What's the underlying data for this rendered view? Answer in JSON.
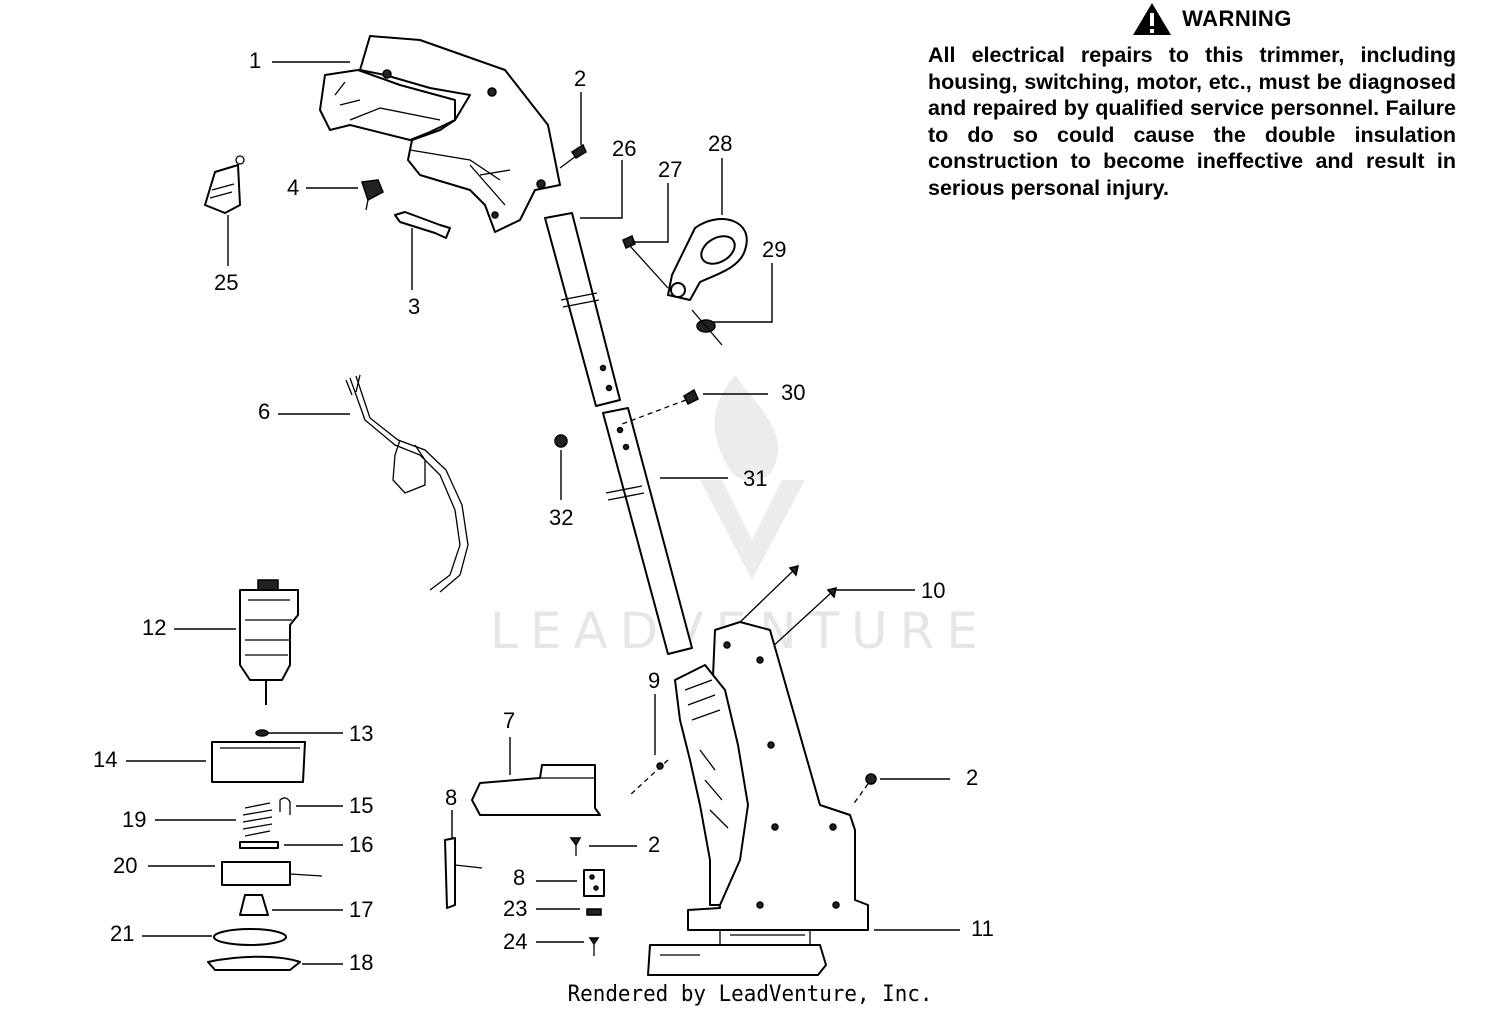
{
  "warning": {
    "heading": "WARNING",
    "icon": "warning-triangle-icon",
    "body": "All electrical repairs to this trimmer, including housing, switching, motor, etc., must be diagnosed and repaired by qualified service personnel. Failure to do so could cause the double insulation construction to become ineffective and result in serious personal injury."
  },
  "watermark": {
    "text": "LEADVENTURE",
    "icon": "leadventure-flame-logo-icon"
  },
  "footer": {
    "credit": "Rendered by LeadVenture, Inc."
  },
  "callouts": [
    {
      "id": "c1",
      "label": "1"
    },
    {
      "id": "c2a",
      "label": "2"
    },
    {
      "id": "c2b",
      "label": "2"
    },
    {
      "id": "c2c",
      "label": "2"
    },
    {
      "id": "c3",
      "label": "3"
    },
    {
      "id": "c4",
      "label": "4"
    },
    {
      "id": "c6",
      "label": "6"
    },
    {
      "id": "c7",
      "label": "7"
    },
    {
      "id": "c8a",
      "label": "8"
    },
    {
      "id": "c8b",
      "label": "8"
    },
    {
      "id": "c9",
      "label": "9"
    },
    {
      "id": "c10",
      "label": "10"
    },
    {
      "id": "c11",
      "label": "11"
    },
    {
      "id": "c12",
      "label": "12"
    },
    {
      "id": "c13",
      "label": "13"
    },
    {
      "id": "c14",
      "label": "14"
    },
    {
      "id": "c15",
      "label": "15"
    },
    {
      "id": "c16",
      "label": "16"
    },
    {
      "id": "c17",
      "label": "17"
    },
    {
      "id": "c18",
      "label": "18"
    },
    {
      "id": "c19",
      "label": "19"
    },
    {
      "id": "c20",
      "label": "20"
    },
    {
      "id": "c21",
      "label": "21"
    },
    {
      "id": "c23",
      "label": "23"
    },
    {
      "id": "c24",
      "label": "24"
    },
    {
      "id": "c25",
      "label": "25"
    },
    {
      "id": "c26",
      "label": "26"
    },
    {
      "id": "c27",
      "label": "27"
    },
    {
      "id": "c28",
      "label": "28"
    },
    {
      "id": "c29",
      "label": "29"
    },
    {
      "id": "c30",
      "label": "30"
    },
    {
      "id": "c31",
      "label": "31"
    },
    {
      "id": "c32",
      "label": "32"
    }
  ]
}
